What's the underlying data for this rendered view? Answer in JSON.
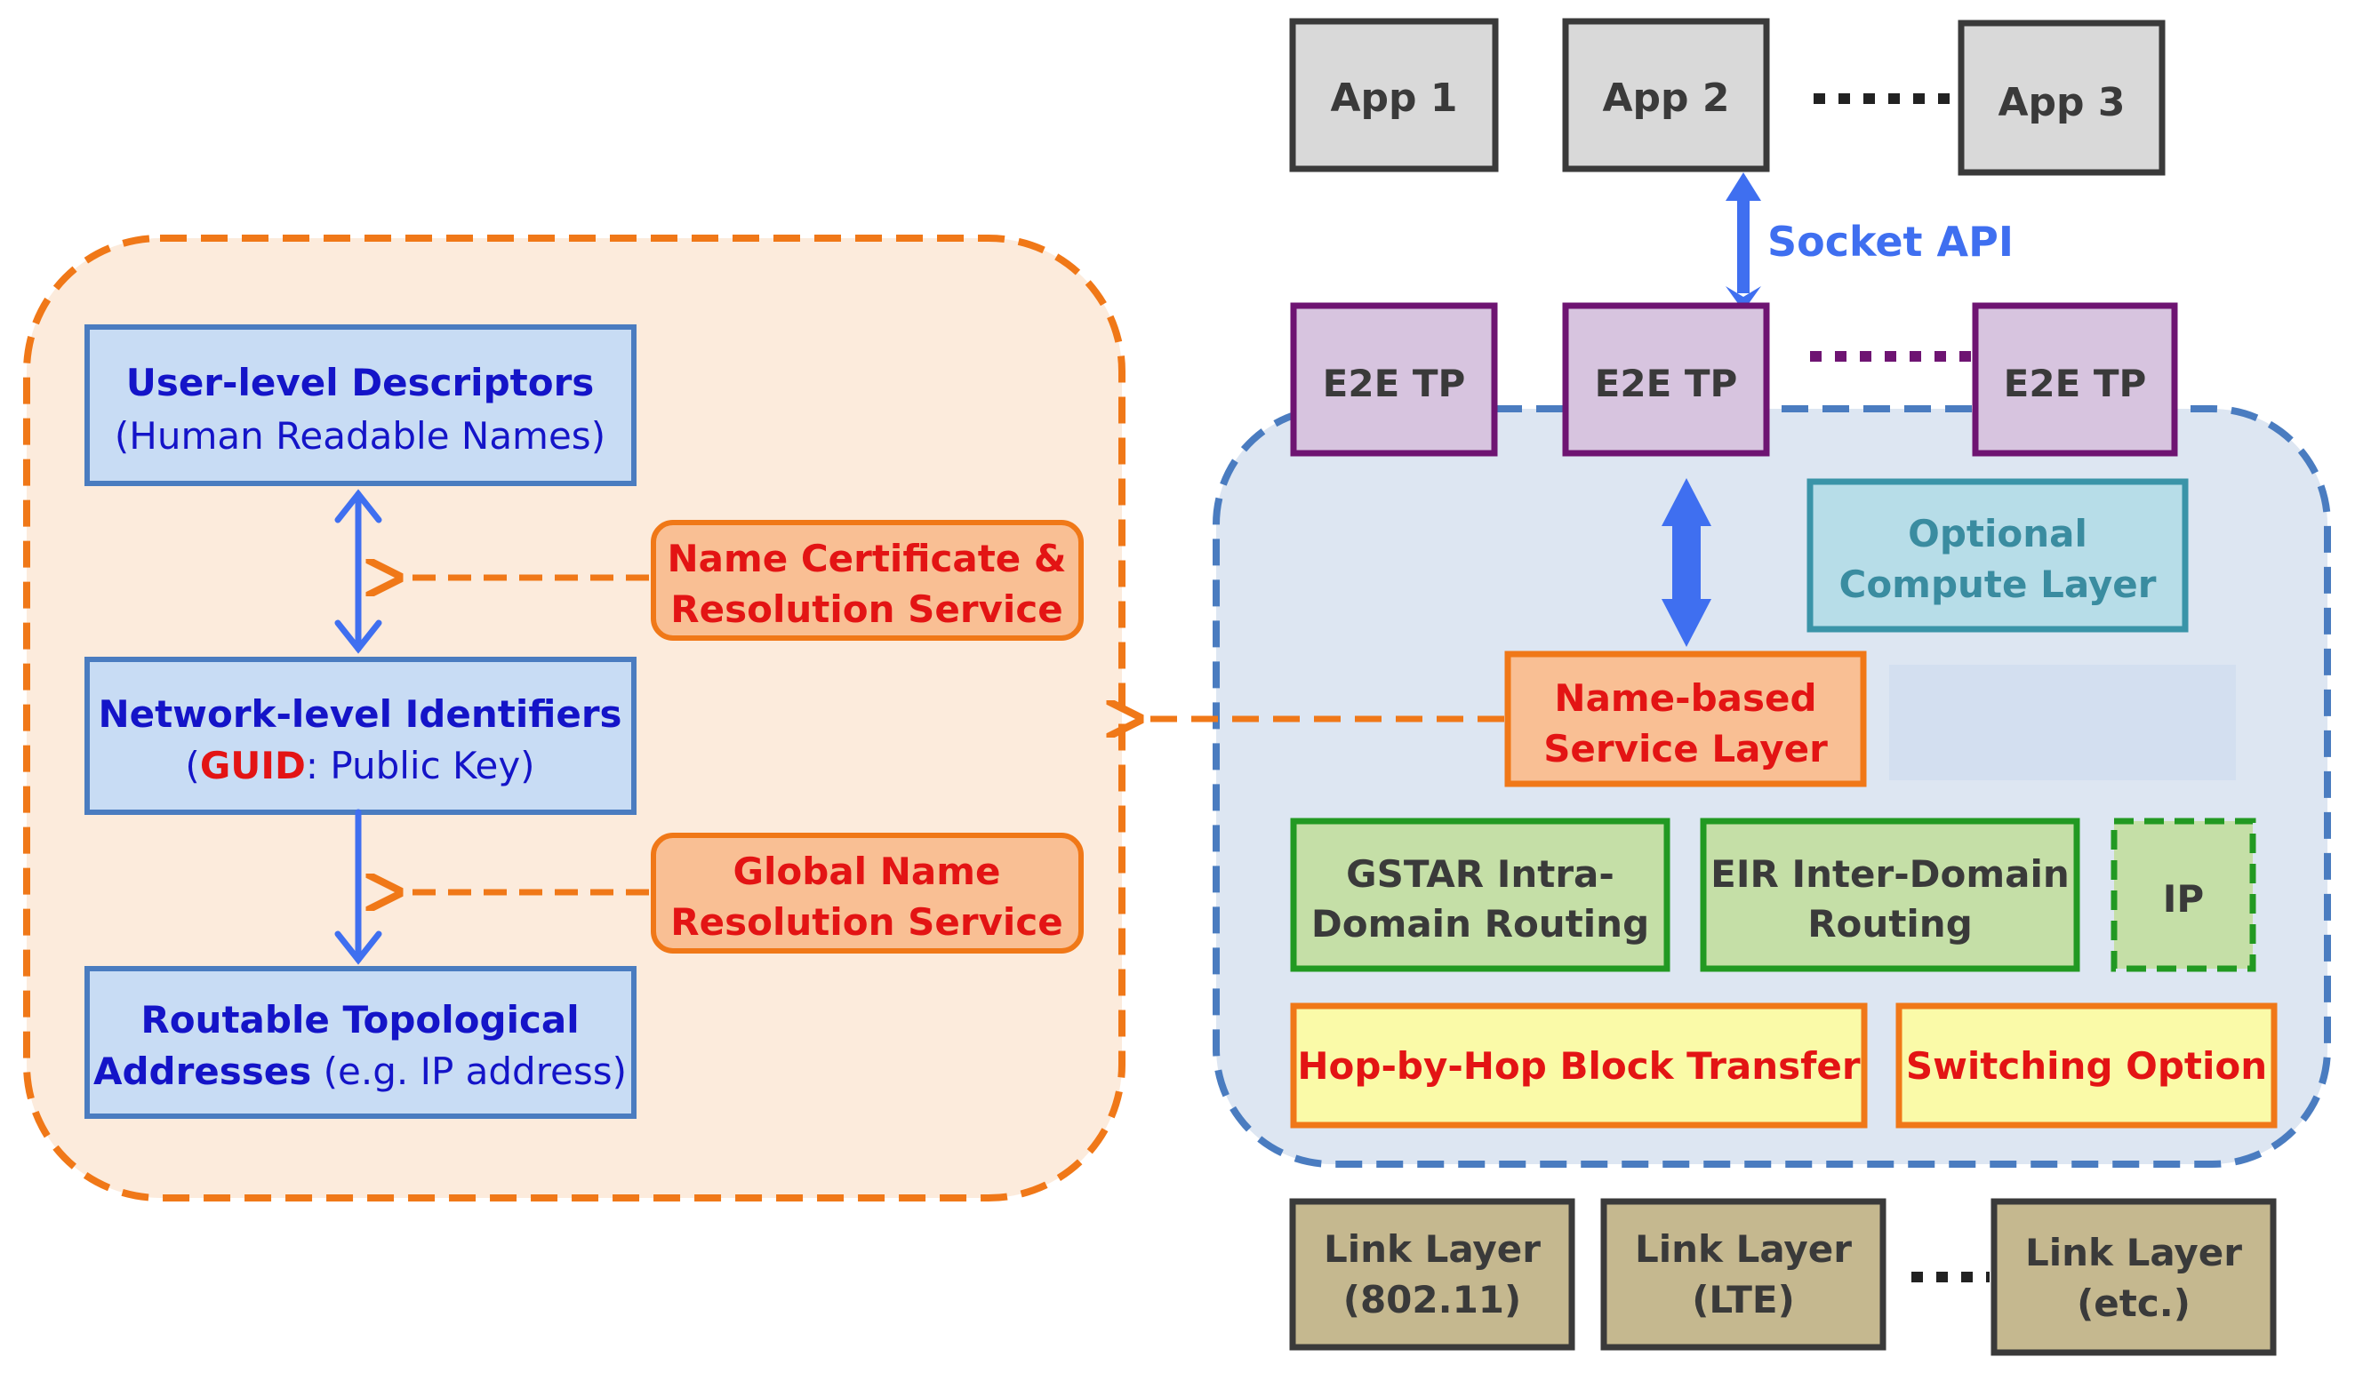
{
  "name_layers": {
    "user": {
      "title": "User-level Descriptors",
      "subtitle": "(Human Readable Names)"
    },
    "network": {
      "title": "Network-level Identifiers",
      "paren_open": "(",
      "guid": "GUID",
      "rest": ": Public Key)"
    },
    "routable": {
      "title_line1": "Routable Topological",
      "title_line2": "Addresses",
      "suffix": " (e.g. IP address)"
    }
  },
  "services": {
    "cert_line1": "Name Certificate &",
    "cert_line2": "Resolution Service",
    "gnrs_line1": "Global Name",
    "gnrs_line2": "Resolution Service"
  },
  "apps": [
    "App 1",
    "App 2",
    "App 3"
  ],
  "socket_api": "Socket API",
  "e2e": [
    "E2E TP",
    "E2E TP",
    "E2E TP"
  ],
  "stack": {
    "compute_line1": "Optional",
    "compute_line2": "Compute Layer",
    "nbs_line1": "Name-based",
    "nbs_line2": "Service Layer",
    "gstar_line1": "GSTAR Intra-",
    "gstar_line2": "Domain Routing",
    "eir_line1": "EIR Inter-Domain",
    "eir_line2": "Routing",
    "ip": "IP",
    "hop": "Hop-by-Hop Block Transfer",
    "switching": "Switching Option"
  },
  "links": [
    {
      "line1": "Link Layer",
      "line2": "(802.11)"
    },
    {
      "line1": "Link Layer",
      "line2": "(LTE)"
    },
    {
      "line1": "Link Layer",
      "line2": "(etc.)"
    }
  ],
  "colors": {
    "orange": "#f07818",
    "blue_arrow": "#3f6ff0",
    "dark_blue_text": "#1414c8",
    "red": "#e31414",
    "purple": "#6e1472",
    "green": "#229922",
    "teal": "#3a94a8",
    "olive": "#c5b88f",
    "stack_blue": "#4a7cc0"
  }
}
